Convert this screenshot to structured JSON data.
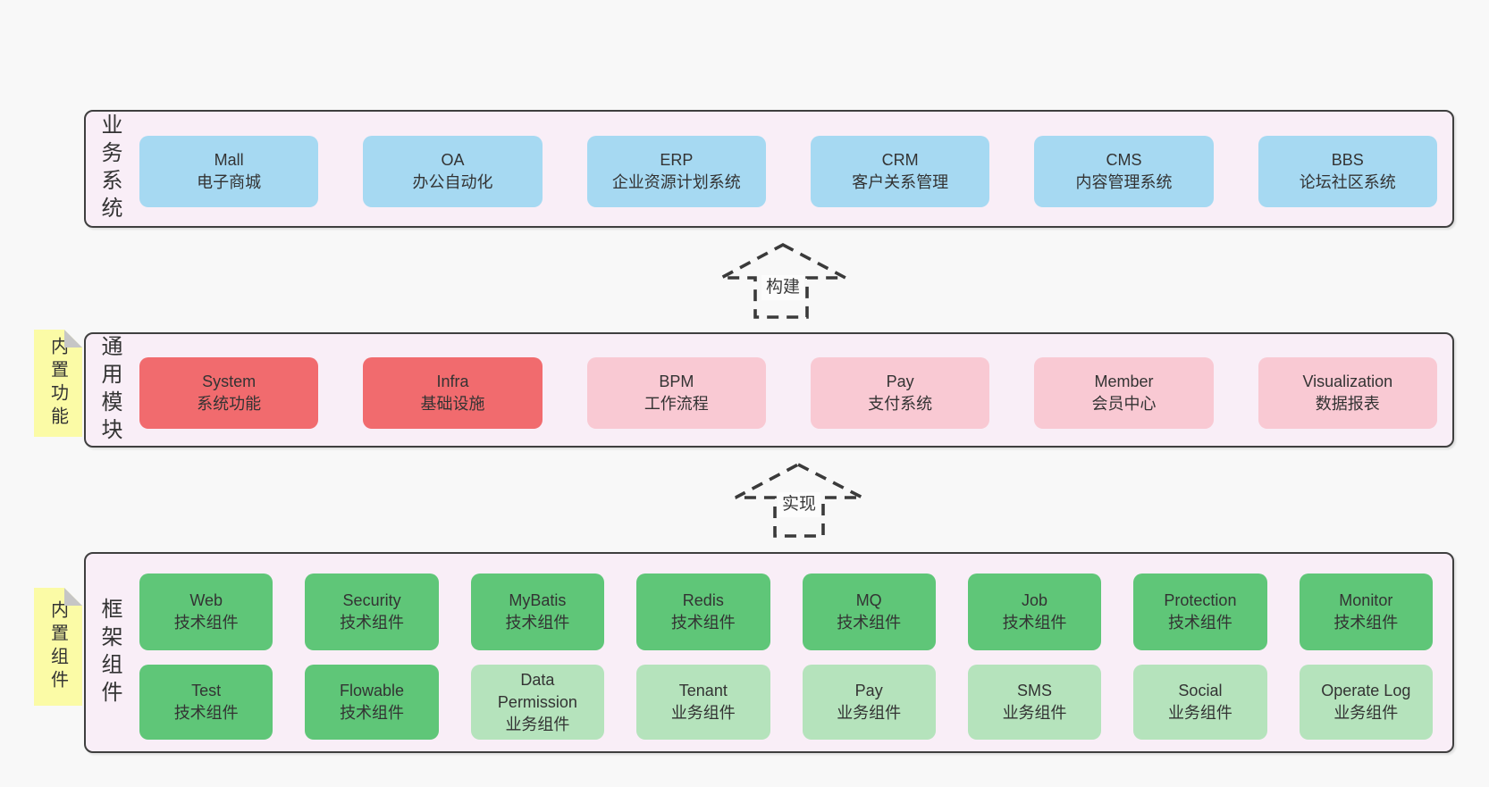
{
  "colors": {
    "page_bg": "#f8f8f8",
    "panel_bg": "#f9eef7",
    "border": "#3f3f3f",
    "blue": "#a6d9f2",
    "red": "#f16b6e",
    "pink": "#f9c9d3",
    "green": "#5fc678",
    "light_green": "#b5e3bc",
    "yellow": "#fbfba6"
  },
  "layers": [
    {
      "label": "业务系统",
      "sticky": null,
      "rows": [
        [
          {
            "en": "Mall",
            "zh": "电子商城",
            "color": "blue"
          },
          {
            "en": "OA",
            "zh": "办公自动化",
            "color": "blue"
          },
          {
            "en": "ERP",
            "zh": "企业资源计划系统",
            "color": "blue"
          },
          {
            "en": "CRM",
            "zh": "客户关系管理",
            "color": "blue"
          },
          {
            "en": "CMS",
            "zh": "内容管理系统",
            "color": "blue"
          },
          {
            "en": "BBS",
            "zh": "论坛社区系统",
            "color": "blue"
          }
        ]
      ]
    },
    {
      "label": "通用模块",
      "sticky": "内置功能",
      "rows": [
        [
          {
            "en": "System",
            "zh": "系统功能",
            "color": "red"
          },
          {
            "en": "Infra",
            "zh": "基础设施",
            "color": "red"
          },
          {
            "en": "BPM",
            "zh": "工作流程",
            "color": "pink"
          },
          {
            "en": "Pay",
            "zh": "支付系统",
            "color": "pink"
          },
          {
            "en": "Member",
            "zh": "会员中心",
            "color": "pink"
          },
          {
            "en": "Visualization",
            "zh": "数据报表",
            "color": "pink"
          }
        ]
      ]
    },
    {
      "label": "框架组件",
      "sticky": "内置组件",
      "rows": [
        [
          {
            "en": "Web",
            "zh": "技术组件",
            "color": "green"
          },
          {
            "en": "Security",
            "zh": "技术组件",
            "color": "green"
          },
          {
            "en": "MyBatis",
            "zh": "技术组件",
            "color": "green"
          },
          {
            "en": "Redis",
            "zh": "技术组件",
            "color": "green"
          },
          {
            "en": "MQ",
            "zh": "技术组件",
            "color": "green"
          },
          {
            "en": "Job",
            "zh": "技术组件",
            "color": "green"
          },
          {
            "en": "Protection",
            "zh": "技术组件",
            "color": "green"
          },
          {
            "en": "Monitor",
            "zh": "技术组件",
            "color": "green"
          }
        ],
        [
          {
            "en": "Test",
            "zh": "技术组件",
            "color": "green"
          },
          {
            "en": "Flowable",
            "zh": "技术组件",
            "color": "green"
          },
          {
            "en": "Data Permission",
            "zh": "业务组件",
            "color": "light-green"
          },
          {
            "en": "Tenant",
            "zh": "业务组件",
            "color": "light-green"
          },
          {
            "en": "Pay",
            "zh": "业务组件",
            "color": "light-green"
          },
          {
            "en": "SMS",
            "zh": "业务组件",
            "color": "light-green"
          },
          {
            "en": "Social",
            "zh": "业务组件",
            "color": "light-green"
          },
          {
            "en": "Operate Log",
            "zh": "业务组件",
            "color": "light-green"
          }
        ]
      ]
    }
  ],
  "arrows": [
    {
      "label": "构建"
    },
    {
      "label": "实现"
    }
  ]
}
